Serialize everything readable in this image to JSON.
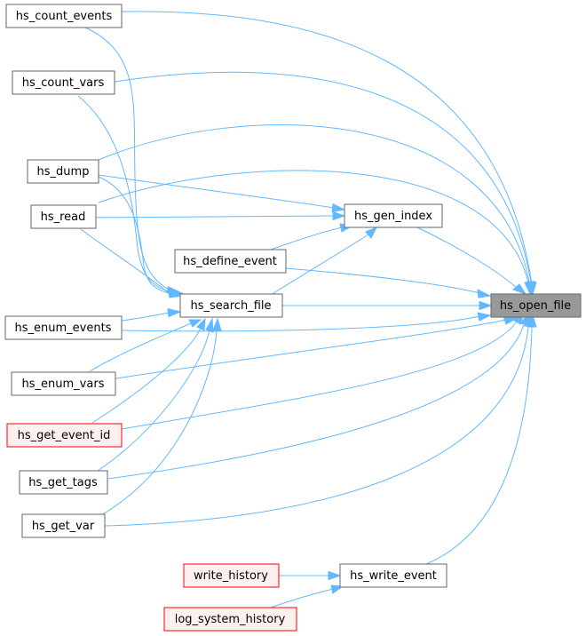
{
  "colors": {
    "edge": "#63b8ff",
    "node_fill": "#ffffff",
    "node_border": "#666666",
    "highlight_fill": "#999999",
    "highlight_border": "#666666",
    "external_fill": "#fff0f0",
    "external_border": "#ff0000"
  },
  "nodes": {
    "hs_count_events": "hs_count_events",
    "hs_count_vars": "hs_count_vars",
    "hs_dump": "hs_dump",
    "hs_read": "hs_read",
    "hs_define_event": "hs_define_event",
    "hs_gen_index": "hs_gen_index",
    "hs_search_file": "hs_search_file",
    "hs_open_file": "hs_open_file",
    "hs_enum_events": "hs_enum_events",
    "hs_enum_vars": "hs_enum_vars",
    "hs_get_event_id": "hs_get_event_id",
    "hs_get_tags": "hs_get_tags",
    "hs_get_var": "hs_get_var",
    "write_history": "write_history",
    "hs_write_event": "hs_write_event",
    "log_system_history": "log_system_history"
  }
}
